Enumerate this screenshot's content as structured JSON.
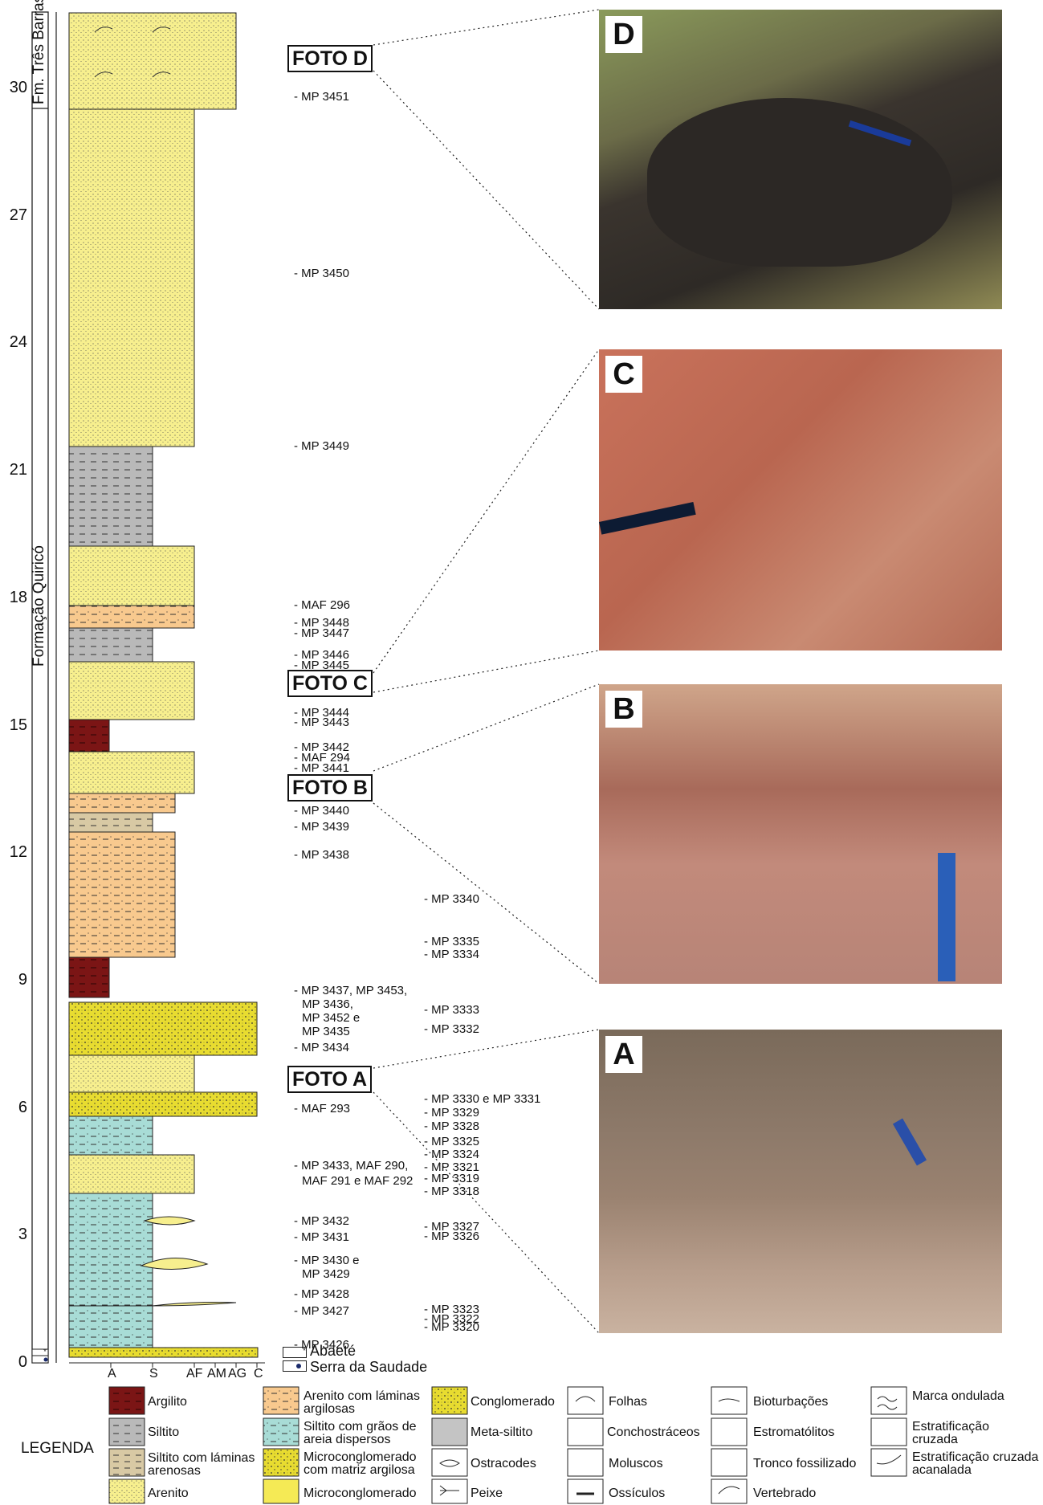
{
  "axis": {
    "ticks": [
      "0",
      "3",
      "6",
      "9",
      "12",
      "15",
      "18",
      "21",
      "24",
      "27",
      "30"
    ],
    "x_labels": [
      "A",
      "S",
      "AF",
      "AM",
      "AG",
      "C"
    ]
  },
  "formations": {
    "upper": "Fm. Três Barras",
    "lower": "Formação Quiricó"
  },
  "members": {
    "abaete": "Abaeté",
    "serra": "Serra da Saudade"
  },
  "samples_mp": [
    "- MP 3451",
    "- MP 3450",
    "- MP 3449",
    "- MAF 296",
    "- MP 3448",
    "- MP 3447",
    "- MP 3446",
    "- MP 3445",
    "- MP 3444",
    "- MP 3443",
    "- MP 3442",
    "- MAF 294",
    "- MP 3441",
    "- MP 3440",
    "- MP 3439",
    "- MP 3438",
    "- MP 3437, MP 3453,",
    "MP 3436,",
    "MP 3452 e",
    "MP 3435",
    "- MP 3434",
    "- MAF 293",
    "- MP 3433, MAF 290,",
    "MAF 291 e MAF 292",
    "- MP 3432",
    "- MP 3431",
    "- MP 3430 e",
    "MP 3429",
    "- MP 3428",
    "- MP 3427",
    "- MP 3426"
  ],
  "samples_mp2": [
    "- MP 3340",
    "- MP 3335",
    "- MP 3334",
    "- MP 3333",
    "- MP 3332",
    "- MP 3330 e MP 3331",
    "- MP 3329",
    "- MP 3328",
    "- MP 3325",
    "- MP 3324",
    "- MP 3321",
    "- MP 3319",
    "- MP 3318",
    "- MP 3327",
    "- MP 3326",
    "- MP 3323",
    "- MP 3322",
    "- MP 3320"
  ],
  "fotos": {
    "d": "FOTO D",
    "c": "FOTO C",
    "b": "FOTO B",
    "a": "FOTO A"
  },
  "photos": {
    "d": "D",
    "c": "C",
    "b": "B",
    "a": "A"
  },
  "legend": {
    "title": "LEGENDA",
    "lithology": [
      "Argilito",
      "Siltito",
      "Siltito com láminas arenosas",
      "Arenito"
    ],
    "lithology2": [
      "Arenito com láminas argilosas",
      "Siltito com grãos de areia dispersos",
      "Microconglomerado com matriz argilosa",
      "Microconglomerado"
    ],
    "lithology3": [
      "Conglomerado",
      "Meta-siltito",
      "Ostracodes",
      "Peixe"
    ],
    "fossils": [
      "Folhas",
      "Conchostráceos",
      "Moluscos",
      "Ossículos"
    ],
    "fossils2": [
      "Bioturbações",
      "Estromatólitos",
      "Tronco fossilizado",
      "Vertebrado"
    ],
    "structures": [
      "Marca ondulada",
      "Estratificação cruzada",
      "Estratificação cruzada acanalada"
    ]
  },
  "colors": {
    "argilito": "#7b1515",
    "siltito": "#b9b9b9",
    "siltito_laminas": "#d8c9a4",
    "arenito": "#f7ef8e",
    "arenito_argila": "#f8c98e",
    "siltito_graos": "#a8dcd6",
    "micro_argila": "#f0e43a",
    "micro": "#f5ea55",
    "conglomerado": "#e7db3a",
    "meta_siltito": "#c4c4c4"
  }
}
